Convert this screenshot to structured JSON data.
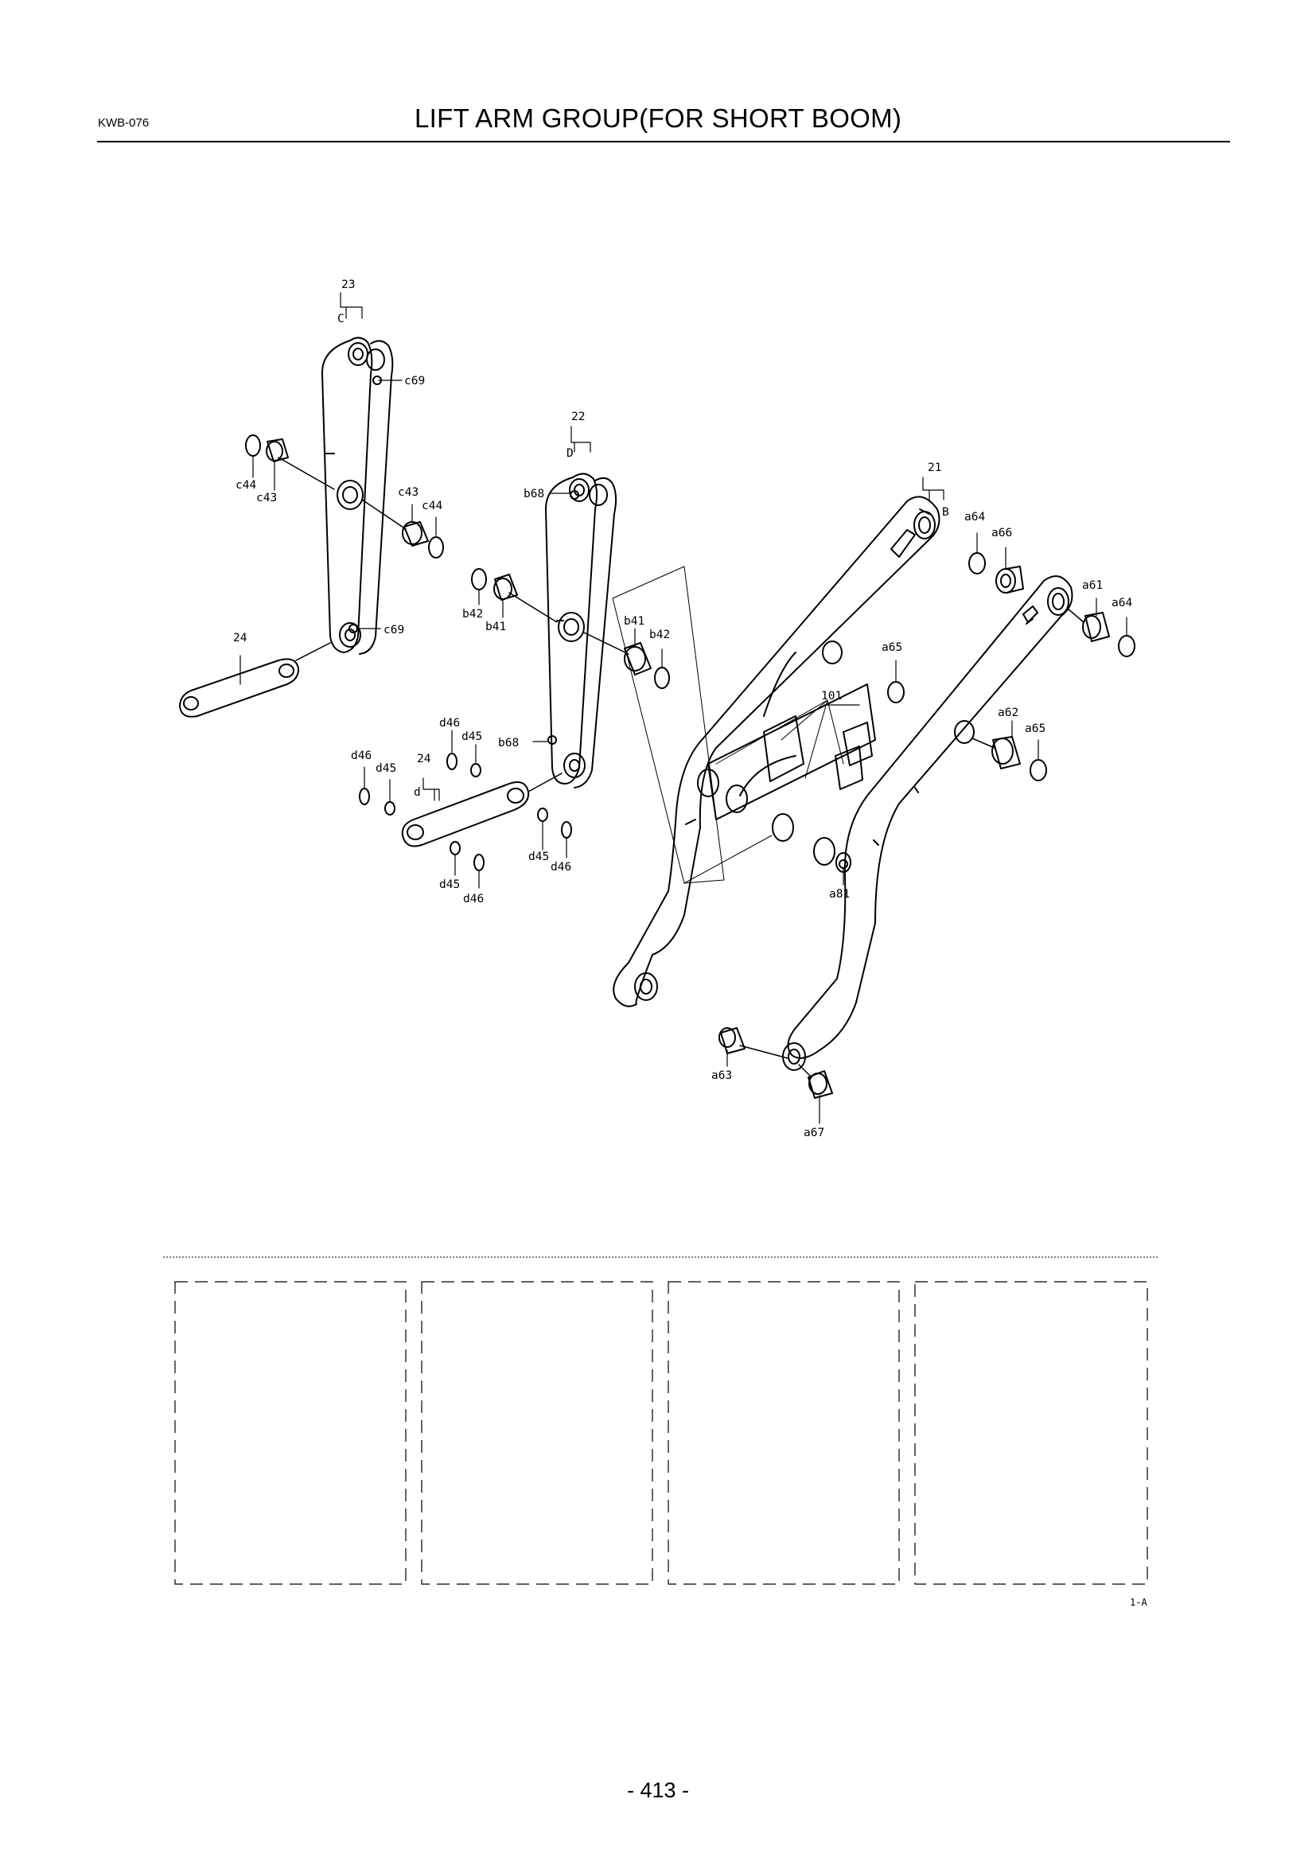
{
  "header": {
    "doc_code": "KWB-076",
    "title": "LIFT ARM GROUP(FOR SHORT BOOM)"
  },
  "callouts": [
    {
      "id": "c1",
      "text": "23"
    },
    {
      "id": "c2",
      "text": "C"
    },
    {
      "id": "c3",
      "text": "c69"
    },
    {
      "id": "c4",
      "text": "c44"
    },
    {
      "id": "c5",
      "text": "c43"
    },
    {
      "id": "c6",
      "text": "c43"
    },
    {
      "id": "c7",
      "text": "c44"
    },
    {
      "id": "c8",
      "text": "c69"
    },
    {
      "id": "c9",
      "text": "24"
    },
    {
      "id": "c10",
      "text": "22"
    },
    {
      "id": "c11",
      "text": "D"
    },
    {
      "id": "c12",
      "text": "b68"
    },
    {
      "id": "c13",
      "text": "b42"
    },
    {
      "id": "c14",
      "text": "b41"
    },
    {
      "id": "c15",
      "text": "b41"
    },
    {
      "id": "c16",
      "text": "b42"
    },
    {
      "id": "c17",
      "text": "b68"
    },
    {
      "id": "c18",
      "text": "d46"
    },
    {
      "id": "c19",
      "text": "d45"
    },
    {
      "id": "c20",
      "text": "24"
    },
    {
      "id": "c21",
      "text": "d"
    },
    {
      "id": "c22",
      "text": "d46"
    },
    {
      "id": "c23",
      "text": "d45"
    },
    {
      "id": "c24",
      "text": "d45"
    },
    {
      "id": "c25",
      "text": "d46"
    },
    {
      "id": "c26",
      "text": "d45"
    },
    {
      "id": "c27",
      "text": "d46"
    },
    {
      "id": "c28",
      "text": "21"
    },
    {
      "id": "c29",
      "text": "B"
    },
    {
      "id": "c30",
      "text": "a64"
    },
    {
      "id": "c31",
      "text": "a66"
    },
    {
      "id": "c32",
      "text": "a61"
    },
    {
      "id": "c33",
      "text": "a64"
    },
    {
      "id": "c34",
      "text": "a65"
    },
    {
      "id": "c35",
      "text": "101"
    },
    {
      "id": "c36",
      "text": "a62"
    },
    {
      "id": "c37",
      "text": "a65"
    },
    {
      "id": "c38",
      "text": "a81"
    },
    {
      "id": "c39",
      "text": "a63"
    },
    {
      "id": "c40",
      "text": "a67"
    }
  ],
  "legend_boxes": 4,
  "sheet_ref": "1-A",
  "page_number": "- 413 -"
}
